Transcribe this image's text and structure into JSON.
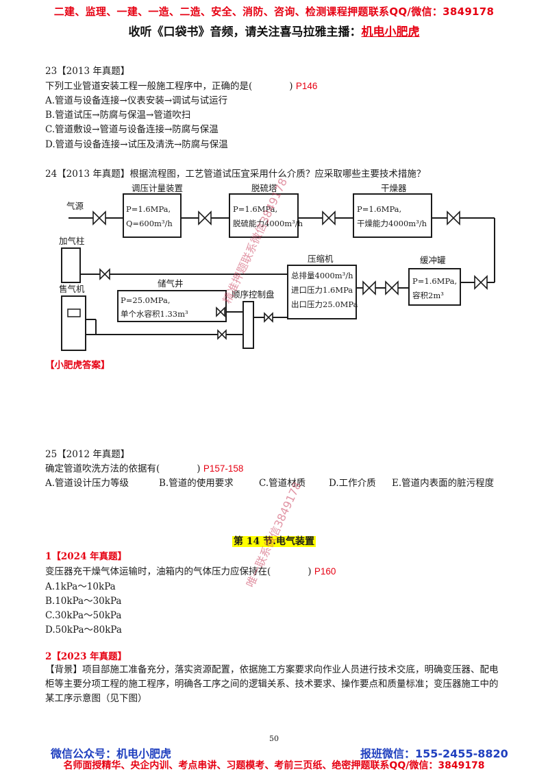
{
  "header": {
    "promo": "二建、监理、一建、一造、二造、安全、消防、咨询、检测课程押题联系QQ/微信：3849178",
    "podcast_prefix": "收听《口袋书》音频，请关注喜马拉雅主播：",
    "podcast_brand": "机电小肥虎"
  },
  "q23": {
    "tag": "23【2013 年真题】",
    "stem": "下列工业管道安装工程一般施工程序中，正确的是(　　　　)",
    "ref": "P146",
    "options": [
      "A.管道与设备连接→仪表安装→调试与试运行",
      "B.管道试压→防腐与保温→管道吹扫",
      "C.管道敷设→管道与设备连接→防腐与保温",
      "D.管道与设备连接→试压及清洗→防腐与保温"
    ]
  },
  "q24": {
    "stem": "24【2013 年真题】根据流程图，工艺管道试压宜采用什么介质？应采取哪些主要技术措施？",
    "answer_tag": "【小肥虎答案】",
    "diagram": {
      "gas_source": "气源",
      "pressure_regulator_title": "调压计量装置",
      "pressure_regulator_l1": "P=1.6MPa,",
      "pressure_regulator_l2": "Q=600m³/h",
      "desulfurizer_title": "脱硫塔",
      "desulfurizer_l1": "P=1.6MPa,",
      "desulfurizer_l2": "脱硫能力4000m³/h",
      "dryer_title": "干燥器",
      "dryer_l1": "P=1.6MPa,",
      "dryer_l2": "干燥能力4000m³/h",
      "filling_post": "加气柱",
      "dispenser": "售气机",
      "storage_well_title": "储气井",
      "storage_well_l1": "P=25.0MPa,",
      "storage_well_l2": "单个水容积1.33m³",
      "sequence_panel": "顺序控制盘",
      "compressor_title": "压缩机",
      "compressor_l1": "总排量4000m³/h",
      "compressor_l2": "进口压力1.6MPa",
      "compressor_l3": "出口压力25.0MPa",
      "buffer_tank_title": "缓冲罐",
      "buffer_tank_l1": "P=1.6MPa,",
      "buffer_tank_l2": "容积2m³"
    }
  },
  "q25": {
    "tag": "25【2012 年真题】",
    "stem": "确定管道吹洗方法的依据有(　　　　)",
    "ref": "P157-158",
    "options": [
      "A.管道设计压力等级",
      "B.管道的使用要求",
      "C.管道材质",
      "D.工作介质",
      "E.管道内表面的脏污程度"
    ]
  },
  "section": {
    "title": "第 14 节.电气装置"
  },
  "s14q1": {
    "tag": "1【2024 年真题】",
    "stem": "变压器充干燥气体运输时，油箱内的气体压力应保持在(　　　　)",
    "ref": "P160",
    "options": [
      "A.1kPa～10kPa",
      "B.10kPa～30kPa",
      "C.30kPa～50kPa",
      "D.50kPa～80kPa"
    ]
  },
  "s14q2": {
    "tag": "2【2023 年真题】",
    "bg_tag": "【背景】",
    "bg_text": "项目部施工准备充分，落实资源配置，依据施工方案要求向作业人员进行技术交底，明确变压器、配电柜等主要分项工程的施工程序，明确各工序之间的逻辑关系、技术要求、操作要点和质量标准；变压器施工中的某工序示意图（见下图）"
  },
  "watermarks": {
    "wm1": "精准押题联系微信3849178",
    "wm2": "唯一联系微信3849178"
  },
  "page_number": "50",
  "footer": {
    "wechat_public": "微信公众号：机电小肥虎",
    "signup": "报班微信：155-2455-8820",
    "courses": "名师面授精华、央企内训、考点串讲、习题模考、考前三页纸、绝密押题联系QQ/微信：3849178"
  }
}
